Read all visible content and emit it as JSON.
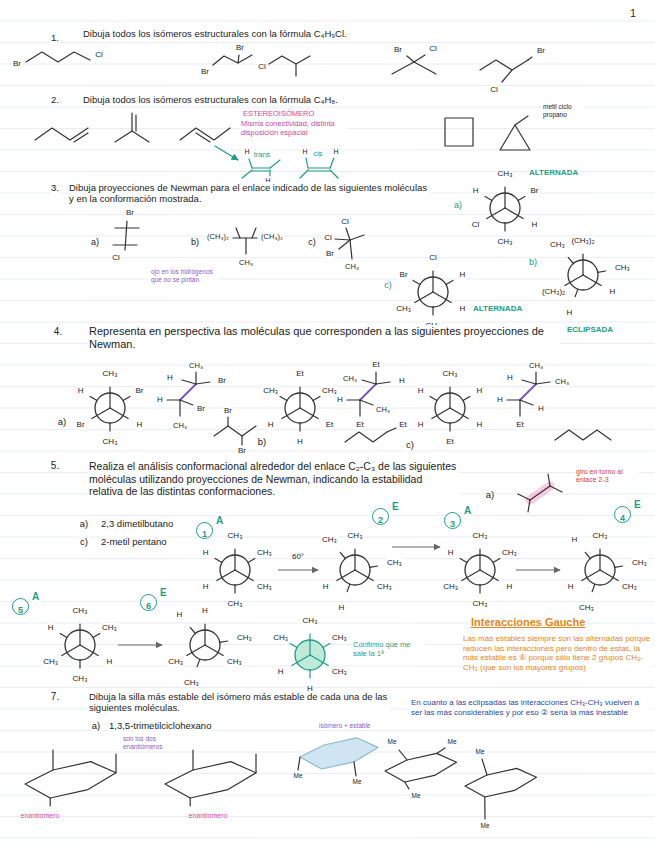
{
  "diagram": {
    "nodes": [
      {
        "text": [
          "1",
          "A"
        ]
      },
      {
        "text": [
          "2",
          "E"
        ]
      },
      {
        "text": [
          "3",
          "A"
        ]
      },
      {
        "text": [
          "4",
          "E"
        ]
      },
      {
        "text": [
          "5",
          "A"
        ]
      },
      {
        "text": [
          "6",
          "E"
        ]
      }
    ],
    "labels": [
      "1",
      "1.",
      "Dibuja todos los isómeros estructurales con la fórmula C₄H₉Cl.",
      "Br",
      "Cl",
      "Br",
      "Br",
      "Cl",
      "Br",
      "Cl",
      "Br",
      "Cl",
      "2.",
      "Dibuja todos los isómeros estructurales con la fórmula C₄H₈.",
      "ESTEREOISÓMERO",
      "Misma conectividad, distinta disposición espacial",
      "trans",
      "H",
      "H",
      "H",
      "cis",
      "H",
      "metil ciclo propano",
      "3.",
      "Dibuja proyecciones de Newman para el enlace indicado de las siguientes moléculas y en la conformación mostrada.",
      "a)",
      "Br",
      "Cl",
      "ojo en los hidrógenos que no se pintan",
      "b)",
      "(CH₃)₂",
      "(CH₃)₂",
      "CH₃",
      "c)",
      "Cl",
      "Cl",
      "Br",
      "CH₃",
      "CH₃",
      "ALTERNADA",
      "a)",
      "Br",
      "H",
      "Cl",
      "H",
      "CH₃",
      "b)",
      "(CH₃)₂",
      "CH₃",
      "(CH₃)₂",
      "H",
      "H",
      "CH₃",
      "ECLIPSADA",
      "c)",
      "Br",
      "Cl",
      "H",
      "H",
      "CH₃",
      "CH₃",
      "ALTERNADA",
      "4.",
      "Representa en perspectiva las moléculas que corresponden a las siguientes proyecciones de Newman.",
      "a)",
      "CH₃",
      "H",
      "Br",
      "Br",
      "H",
      "CH₃",
      "CH₃",
      "H",
      "Br",
      "H",
      "Br",
      "CH₃",
      "Br",
      "Br",
      "b)",
      "Et",
      "CH₃",
      "CH₃",
      "H",
      "Et",
      "H",
      "Et",
      "CH₃",
      "H",
      "H",
      "CH₃",
      "Et",
      "Et",
      "c)",
      "CH₃",
      "H",
      "H",
      "H",
      "H",
      "Et",
      "CH₃",
      "H",
      "CH₃",
      "H",
      "H",
      "Et",
      "5.",
      "Realiza el análisis conformacional alrededor del enlace C₂-C₃ de las siguientes moléculas utilizando proyecciones de Newman, indicando la estabilidad relativa de las distintas conformaciones.",
      "a)",
      "2,3 dimetilbutano",
      "c)",
      "2-metil pentano",
      "a)",
      "giro en torno al enlace 2-3",
      "CH₃",
      "H",
      "CH₃",
      "CH₃",
      "H",
      "CH₃",
      "60°",
      "CH₃",
      "H",
      "CH₃",
      "CH₃",
      "H",
      "CH₃",
      "CH₃",
      "CH₃",
      "H",
      "CH₃",
      "H",
      "CH₃",
      "CH₃",
      "H",
      "CH₃",
      "H",
      "CH₃",
      "CH₃",
      "CH₃",
      "CH₃",
      "H",
      "CH₃",
      "H",
      "CH₃",
      "H",
      "CH₃",
      "CH₃",
      "H",
      "CH₃",
      "CH₃",
      "CH₃",
      "H",
      "CH₃",
      "H",
      "CH₃",
      "CH₃",
      "Confirmo que me sale la 1ª",
      "Interacciones Gauche",
      "Las más estables siempre son las alternadas porque reducen las interacciones pero dentro de estas, la más estable es ⑥ porque sólo tiene 2 grupos CH₃-CH₃ (que son los mayores grupos)",
      "En cuanto a las eclipsadas las interacciones CH₃-CH₃ vuelven a ser las más considerables y por eso ② sería la más inestable",
      "7.",
      "Dibuja la silla más estable del isómero más estable de cada una de las siguientes moléculas.",
      "a)",
      "1,3,5-trimetilciclohexano",
      "son los dos enantiómeros",
      "enantiómero",
      "enantiómero",
      "isómero + estable",
      "Me",
      "Me",
      "Me",
      "Me",
      "Me",
      "Me",
      "Me"
    ]
  }
}
